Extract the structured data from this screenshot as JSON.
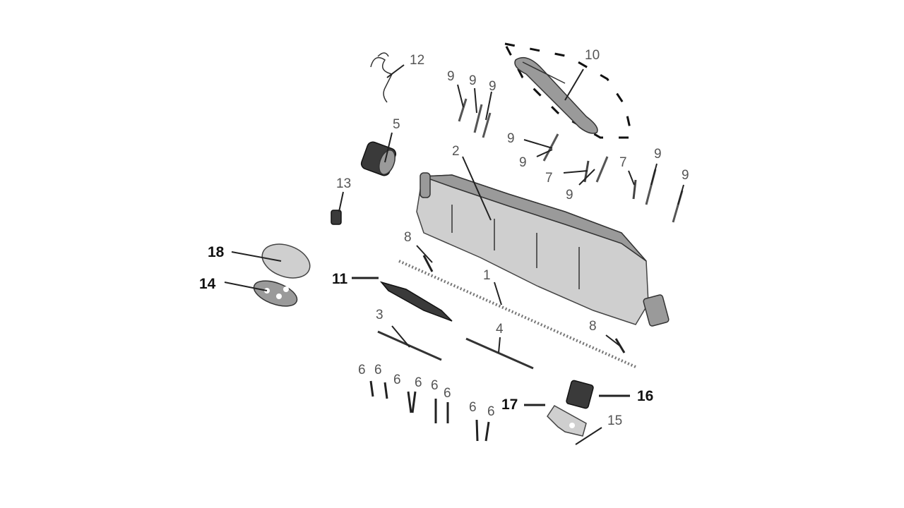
{
  "callouts": {
    "c1": "1",
    "c2": "2",
    "c3": "3",
    "c4": "4",
    "c5": "5",
    "c6a": "6",
    "c6b": "6",
    "c6c": "6",
    "c6d": "6",
    "c6e": "6",
    "c6f": "6",
    "c6g": "6",
    "c6h": "6",
    "c7a": "7",
    "c7b": "7",
    "c8a": "8",
    "c8b": "8",
    "c9a": "9",
    "c9b": "9",
    "c9c": "9",
    "c9d": "9",
    "c9e": "9",
    "c9f": "9",
    "c9g": "9",
    "c9h": "9",
    "c10": "10",
    "c11": "11",
    "c12": "12",
    "c13": "13",
    "c14": "14",
    "c15": "15",
    "c16": "16",
    "c17": "17",
    "c18": "18"
  },
  "colors": {
    "background": "#ffffff",
    "line": "#222222",
    "label": "#555555",
    "label_bold": "#111111"
  }
}
